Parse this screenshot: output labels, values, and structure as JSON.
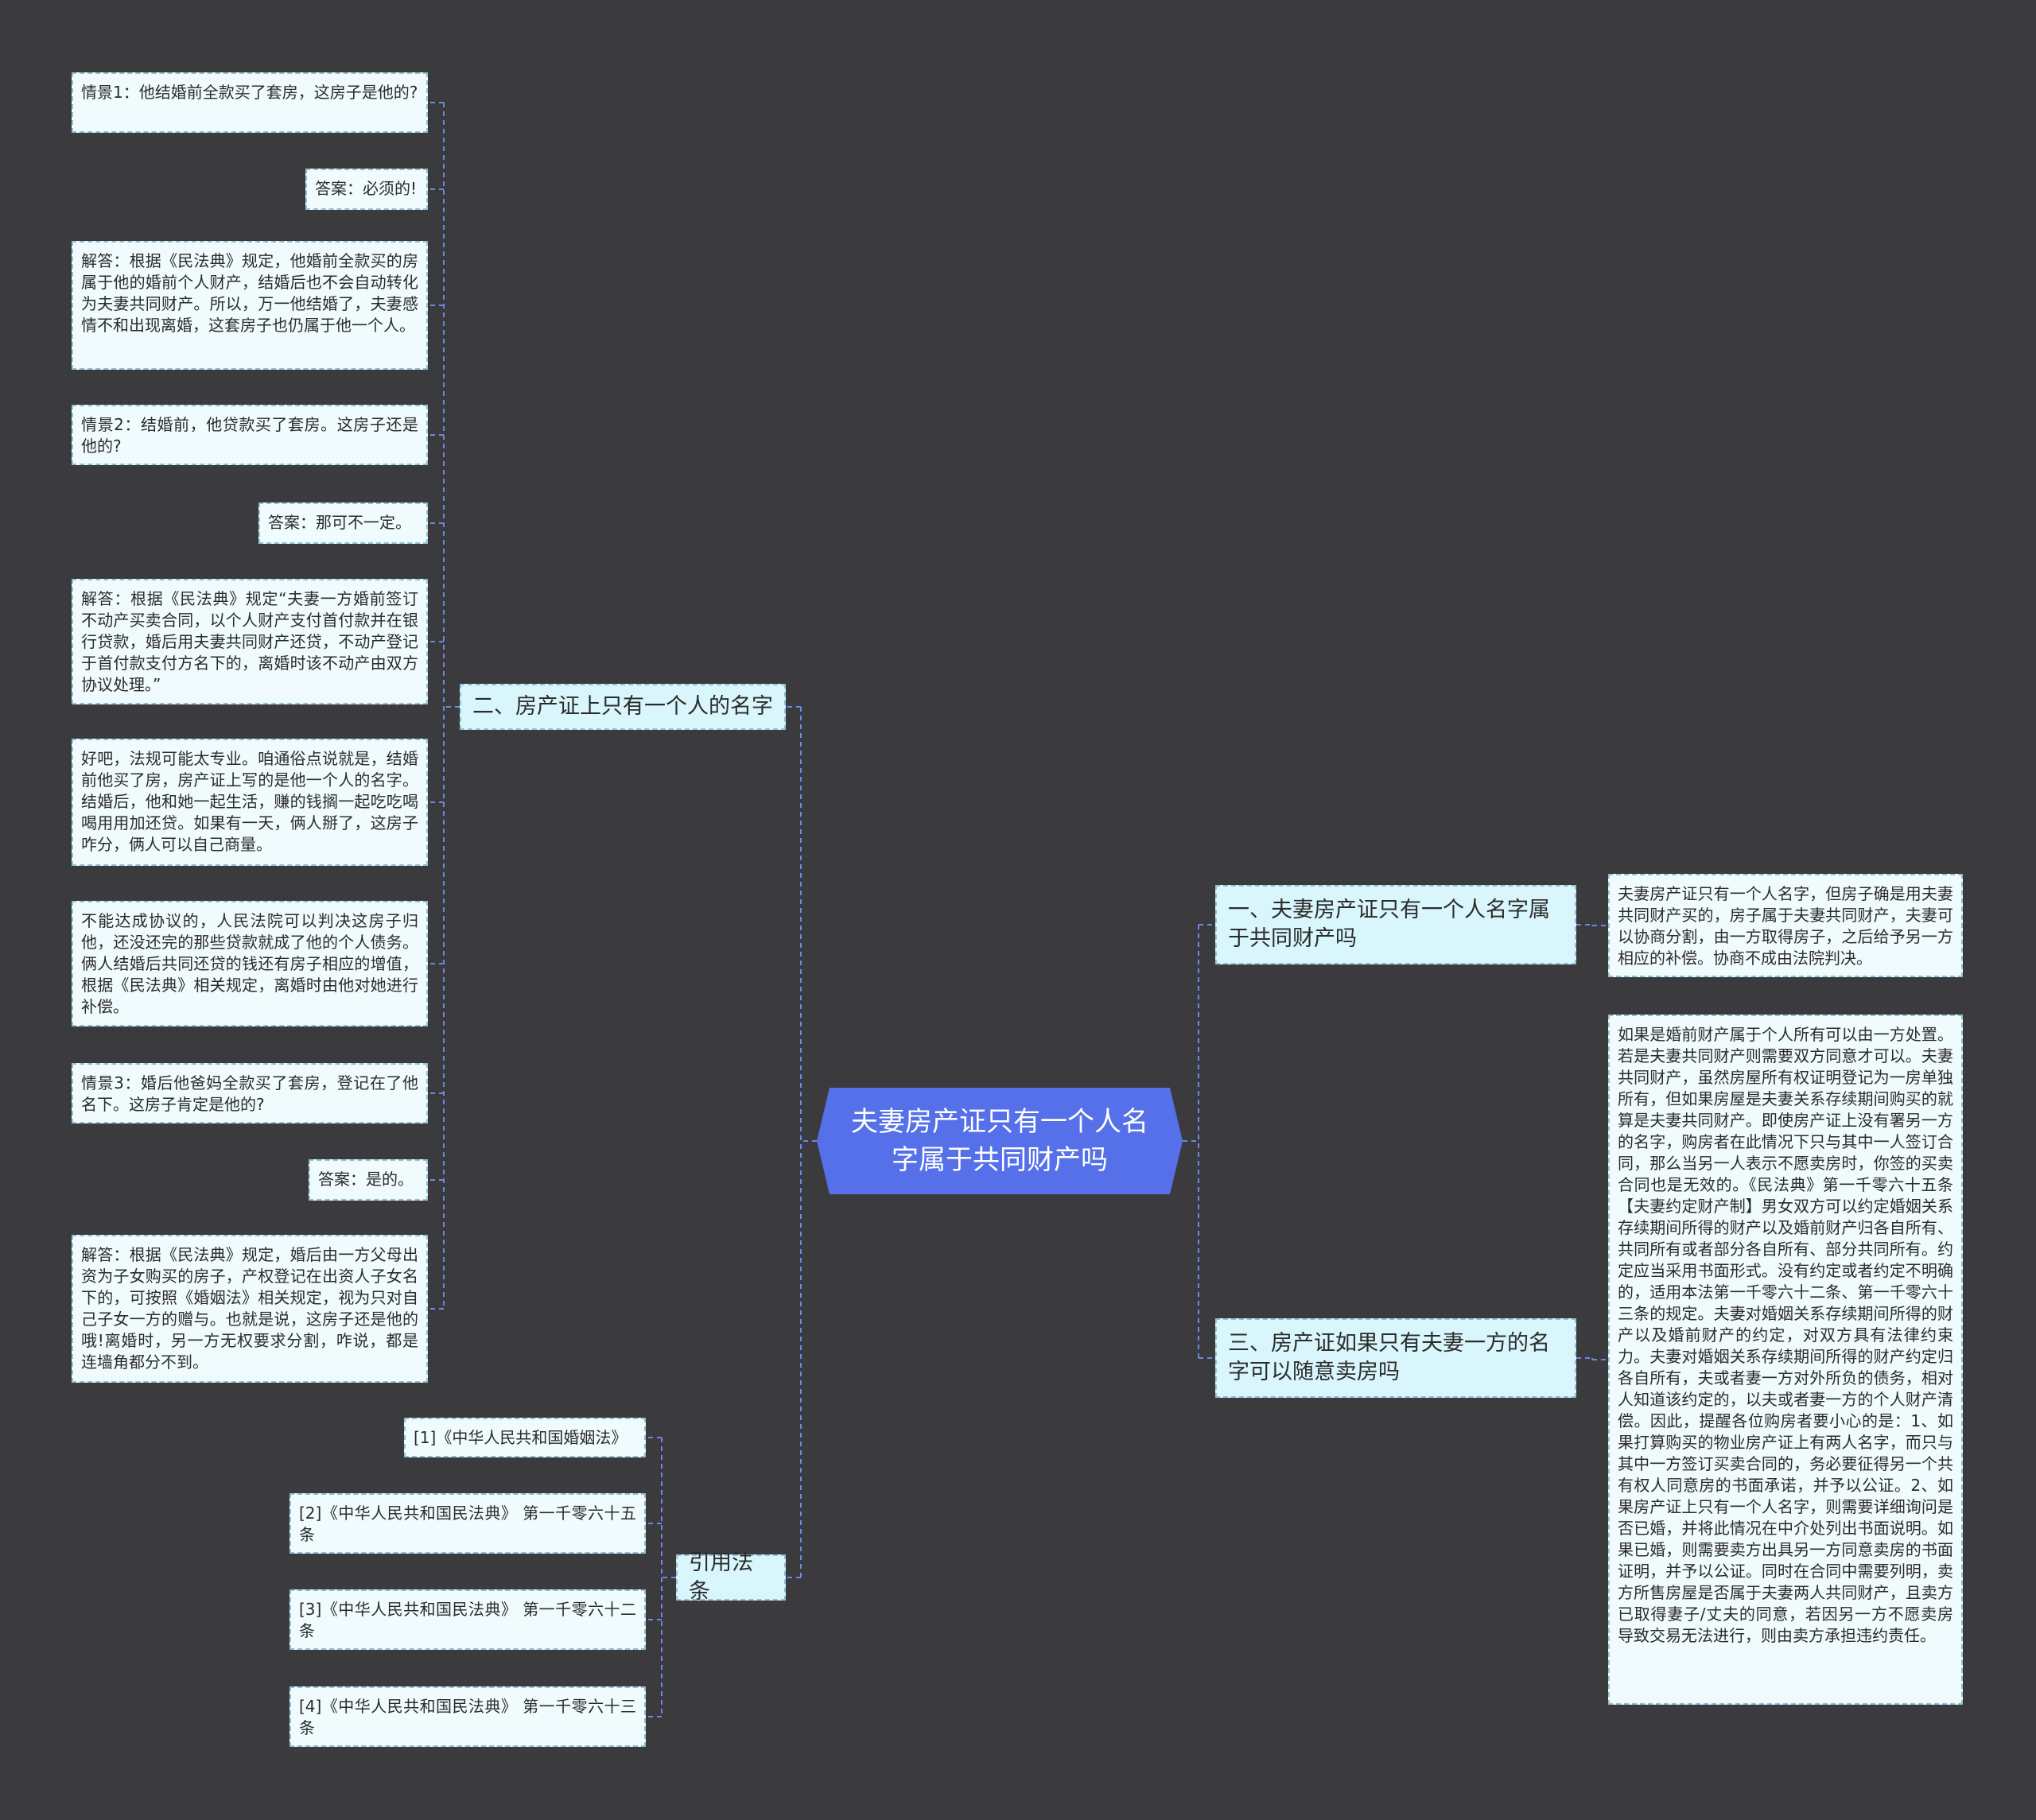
{
  "root": {
    "label": "夫妻房产证只有一个人名字属于共同财产吗"
  },
  "branches": {
    "left_main": {
      "label": "二、房产证上只有一个人的名字"
    },
    "right_1": {
      "label": "一、夫妻房产证只有一个人名字属于共同财产吗"
    },
    "right_3": {
      "label": "三、房产证如果只有夫妻一方的名字可以随意卖房吗"
    },
    "citations": {
      "label": "引用法条"
    }
  },
  "left_leaves": [
    "情景1：他结婚前全款买了套房，这房子是他的?",
    "答案：必须的!",
    "解答：根据《民法典》规定，他婚前全款买的房属于他的婚前个人财产，结婚后也不会自动转化为夫妻共同财产。所以，万一他结婚了，夫妻感情不和出现离婚，这套房子也仍属于他一个人。",
    "情景2：结婚前，他贷款买了套房。这房子还是他的?",
    "答案：那可不一定。",
    "解答：根据《民法典》规定“夫妻一方婚前签订不动产买卖合同，以个人财产支付首付款并在银行贷款，婚后用夫妻共同财产还贷，不动产登记于首付款支付方名下的，离婚时该不动产由双方协议处理。”",
    "好吧，法规可能太专业。咱通俗点说就是，结婚前他买了房，房产证上写的是他一个人的名字。结婚后，他和她一起生活，赚的钱搁一起吃吃喝喝用用加还贷。如果有一天，俩人掰了，这房子咋分，俩人可以自己商量。",
    "不能达成协议的，人民法院可以判决这房子归他，还没还完的那些贷款就成了他的个人债务。俩人结婚后共同还贷的钱还有房子相应的增值，根据《民法典》相关规定，离婚时由他对她进行补偿。",
    "情景3：婚后他爸妈全款买了套房，登记在了他名下。这房子肯定是他的?",
    "答案：是的。",
    "解答：根据《民法典》规定，婚后由一方父母出资为子女购买的房子，产权登记在出资人子女名下的，可按照《婚姻法》相关规定，视为只对自己子女一方的赠与。也就是说，这房子还是他的哦!离婚时，另一方无权要求分割，咋说，都是连墙角都分不到。"
  ],
  "right_leaves": {
    "r1": "夫妻房产证只有一个人名字，但房子确是用夫妻共同财产买的，房子属于夫妻共同财产，夫妻可以协商分割，由一方取得房子，之后给予另一方相应的补偿。协商不成由法院判决。",
    "r3": "如果是婚前财产属于个人所有可以由一方处置。若是夫妻共同财产则需要双方同意才可以。夫妻共同财产，虽然房屋所有权证明登记为一房单独所有，但如果房屋是夫妻关系存续期间购买的就算是夫妻共同财产。即使房产证上没有署另一方的名字，购房者在此情况下只与其中一人签订合同，那么当另一人表示不愿卖房时，你签的买卖合同也是无效的。《民法典》第一千零六十五条 【夫妻约定财产制】男女双方可以约定婚姻关系存续期间所得的财产以及婚前财产归各自所有、共同所有或者部分各自所有、部分共同所有。约定应当采用书面形式。没有约定或者约定不明确的，适用本法第一千零六十二条、第一千零六十三条的规定。夫妻对婚姻关系存续期间所得的财产以及婚前财产的约定，对双方具有法律约束力。夫妻对婚姻关系存续期间所得的财产约定归各自所有，夫或者妻一方对外所负的债务，相对人知道该约定的，以夫或者妻一方的个人财产清偿。因此，提醒各位购房者要小心的是：1、如果打算购买的物业房产证上有两人名字，而只与其中一方签订买卖合同的，务必要征得另一个共有权人同意房的书面承诺，并予以公证。2、如果房产证上只有一个人名字，则需要详细询问是否已婚，并将此情况在中介处列出书面说明。如果已婚，则需要卖方出具另一方同意卖房的书面证明，并予以公证。同时在合同中需要列明，卖方所售房屋是否属于夫妻两人共同财产，且卖方已取得妻子/丈夫的同意，若因另一方不愿卖房导致交易无法进行，则由卖方承担违约责任。"
  },
  "citation_leaves": [
    "[1]《中华人民共和国婚姻法》",
    "[2]《中华人民共和国民法典》 第一千零六十五条",
    "[3]《中华人民共和国民法典》 第一千零六十二条",
    "[4]《中华人民共和国民法典》 第一千零六十三条"
  ],
  "colors": {
    "background": "#3b3a3d",
    "root": "#5570e8",
    "branch": "#d8f6fb",
    "leaf": "#f0fbfd",
    "edge": "#6f87e6"
  }
}
